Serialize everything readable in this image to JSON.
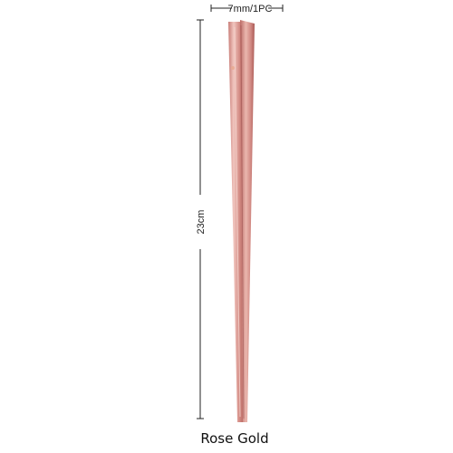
{
  "product": {
    "color_name": "Rose Gold",
    "width_label": "7mm/1PC",
    "length_label": "23cm"
  },
  "colors": {
    "rose_light": "#eec0b8",
    "rose_mid": "#d9918a",
    "rose_dark": "#b86a66",
    "line": "#222222"
  }
}
